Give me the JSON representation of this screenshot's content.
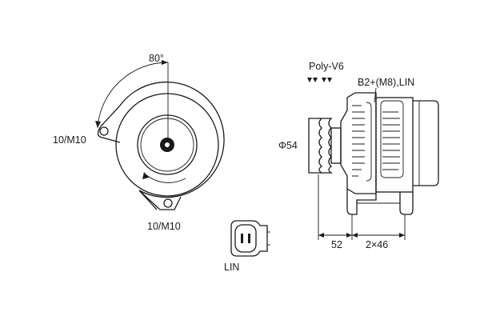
{
  "labels": {
    "angle": "80°",
    "mount_left": "10/M10",
    "mount_bottom": "10/M10",
    "pulley": "Poly-V6",
    "terminal": "B2+(M8),LIN",
    "diameter": "Φ54",
    "dim_a": "52",
    "dim_b": "2×46",
    "connector": "LIN"
  },
  "icons": [
    "front-view-alternator",
    "side-view-alternator",
    "poly-v-groove-icon",
    "lin-connector-plug"
  ]
}
